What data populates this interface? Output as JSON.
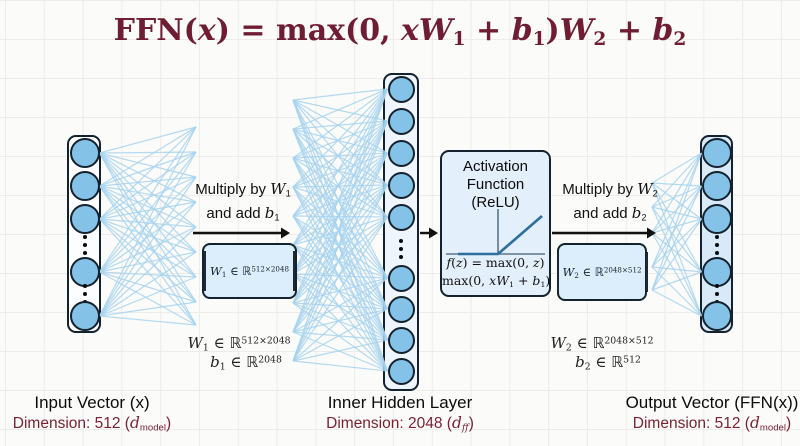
{
  "title": {
    "segments": [
      {
        "t": "FFN(",
        "s": ""
      },
      {
        "t": "x",
        "s": "i"
      },
      {
        "t": ") = max(0, ",
        "s": ""
      },
      {
        "t": "x",
        "s": "i"
      },
      {
        "t": "W",
        "s": "i"
      },
      {
        "t": "1",
        "s": "sub"
      },
      {
        "t": " + ",
        "s": ""
      },
      {
        "t": "b",
        "s": "i"
      },
      {
        "t": "1",
        "s": "sub"
      },
      {
        "t": ")",
        "s": ""
      },
      {
        "t": "W",
        "s": "i"
      },
      {
        "t": "2",
        "s": "sub"
      },
      {
        "t": " + ",
        "s": ""
      },
      {
        "t": "b",
        "s": "i"
      },
      {
        "t": "2",
        "s": "sub"
      }
    ]
  },
  "layers": {
    "input": {
      "pattern": [
        "c",
        "c",
        "c",
        "dots",
        "c",
        "dots",
        "c"
      ],
      "label": "Input Vector (x)",
      "dimension_segments": [
        {
          "t": "Dimension: 512 (",
          "s": ""
        },
        {
          "t": "d",
          "s": "i"
        },
        {
          "t": "model",
          "s": "sub"
        },
        {
          "t": ")",
          "s": ""
        }
      ]
    },
    "hidden": {
      "pattern": [
        "c",
        "c",
        "c",
        "c",
        "c",
        "dots",
        "c",
        "c",
        "c",
        "c"
      ],
      "label": "Inner Hidden Layer",
      "dimension_segments": [
        {
          "t": "Dimension: 2048 (",
          "s": ""
        },
        {
          "t": "d",
          "s": "i"
        },
        {
          "t": "ff",
          "s": "isub"
        },
        {
          "t": ")",
          "s": ""
        }
      ]
    },
    "output": {
      "pattern": [
        "c",
        "c",
        "c",
        "dots",
        "c",
        "dots",
        "c"
      ],
      "label": "Output Vector (FFN(x))",
      "dimension_segments": [
        {
          "t": "Dimension: 512 (",
          "s": ""
        },
        {
          "t": "d",
          "s": "i"
        },
        {
          "t": "model",
          "s": "sub"
        },
        {
          "t": ")",
          "s": ""
        }
      ]
    }
  },
  "step1": {
    "line1_segments": [
      {
        "t": "Multiply by ",
        "s": ""
      },
      {
        "t": "W",
        "s": "i"
      },
      {
        "t": "1",
        "s": "sub"
      }
    ],
    "line2_segments": [
      {
        "t": "and add ",
        "s": ""
      },
      {
        "t": "b",
        "s": "i"
      },
      {
        "t": "1",
        "s": "sub"
      }
    ],
    "matrix_segments": [
      {
        "t": "W",
        "s": "i"
      },
      {
        "t": "1",
        "s": "sub"
      },
      {
        "t": " ∈ ",
        "s": ""
      },
      {
        "t": "ℝ",
        "s": "bb"
      },
      {
        "t": "512×2048",
        "s": "sup"
      }
    ],
    "weight_formula_segments": [
      {
        "t": "W",
        "s": "i"
      },
      {
        "t": "1",
        "s": "sub"
      },
      {
        "t": " ∈ ",
        "s": ""
      },
      {
        "t": "ℝ",
        "s": "bb"
      },
      {
        "t": "512×2048",
        "s": "sup"
      }
    ],
    "bias_formula_segments": [
      {
        "t": "b",
        "s": "i"
      },
      {
        "t": "1",
        "s": "sub"
      },
      {
        "t": " ∈ ",
        "s": ""
      },
      {
        "t": "ℝ",
        "s": "bb"
      },
      {
        "t": "2048",
        "s": "sup"
      }
    ]
  },
  "step2": {
    "line1_segments": [
      {
        "t": "Multiply by ",
        "s": ""
      },
      {
        "t": "W",
        "s": "i"
      },
      {
        "t": "2",
        "s": "sub"
      }
    ],
    "line2_segments": [
      {
        "t": "and add ",
        "s": ""
      },
      {
        "t": "b",
        "s": "i"
      },
      {
        "t": "2",
        "s": "sub"
      }
    ],
    "matrix_segments": [
      {
        "t": "W",
        "s": "i"
      },
      {
        "t": "2",
        "s": "sub"
      },
      {
        "t": " ∈ ",
        "s": ""
      },
      {
        "t": "ℝ",
        "s": "bb"
      },
      {
        "t": "2048×512",
        "s": "sup"
      }
    ],
    "weight_formula_segments": [
      {
        "t": "W",
        "s": "i"
      },
      {
        "t": "2",
        "s": "sub"
      },
      {
        "t": " ∈ ",
        "s": ""
      },
      {
        "t": "ℝ",
        "s": "bb"
      },
      {
        "t": "2048×512",
        "s": "sup"
      }
    ],
    "bias_formula_segments": [
      {
        "t": "b",
        "s": "i"
      },
      {
        "t": "2",
        "s": "sub"
      },
      {
        "t": " ∈ ",
        "s": ""
      },
      {
        "t": "ℝ",
        "s": "bb"
      },
      {
        "t": "512",
        "s": "sup"
      }
    ]
  },
  "activation": {
    "title_lines": [
      "Activation",
      "Function",
      "(ReLU)"
    ],
    "formula1_segments": [
      {
        "t": "f",
        "s": "i"
      },
      {
        "t": "(",
        "s": ""
      },
      {
        "t": "z",
        "s": "i"
      },
      {
        "t": ") = max(0, ",
        "s": ""
      },
      {
        "t": "z",
        "s": "i"
      },
      {
        "t": ")",
        "s": ""
      }
    ],
    "formula2_segments": [
      {
        "t": "max(0, ",
        "s": ""
      },
      {
        "t": "x",
        "s": "i"
      },
      {
        "t": "W",
        "s": "i"
      },
      {
        "t": "1",
        "s": "sub"
      },
      {
        "t": " + ",
        "s": ""
      },
      {
        "t": "b",
        "s": "i"
      },
      {
        "t": "1",
        "s": "sub"
      },
      {
        "t": ")",
        "s": ""
      }
    ]
  },
  "colors": {
    "accent_maroon": "#6f1d33",
    "dim_maroon": "#7b1f33",
    "node_blue": "#85c2e8",
    "mesh_blue": "#a6d2ee",
    "relu_line": "#2d6f9f",
    "axis_gray": "#5d7587",
    "arrow_black": "#111111"
  }
}
